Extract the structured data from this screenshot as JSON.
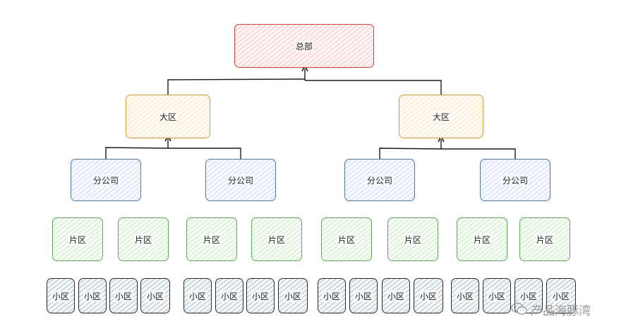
{
  "headquarters": {
    "label": "总部",
    "color": "#c9423c"
  },
  "regions": [
    {
      "label": "大区",
      "color": "#d79a3f"
    },
    {
      "label": "大区",
      "color": "#d79a3f"
    }
  ],
  "branches": [
    {
      "label": "分公司",
      "color": "#4f76b0"
    },
    {
      "label": "分公司",
      "color": "#4f76b0"
    },
    {
      "label": "分公司",
      "color": "#4f76b0"
    },
    {
      "label": "分公司",
      "color": "#4f76b0"
    }
  ],
  "zones": [
    {
      "label": "片区"
    },
    {
      "label": "片区"
    },
    {
      "label": "片区"
    },
    {
      "label": "片区"
    },
    {
      "label": "片区"
    },
    {
      "label": "片区"
    },
    {
      "label": "片区"
    },
    {
      "label": "片区"
    }
  ],
  "areas": [
    {
      "label": "小区"
    },
    {
      "label": "小区"
    },
    {
      "label": "小区"
    },
    {
      "label": "小区"
    },
    {
      "label": "小区"
    },
    {
      "label": "小区"
    },
    {
      "label": "小区"
    },
    {
      "label": "小区"
    },
    {
      "label": "小区"
    },
    {
      "label": "小区"
    },
    {
      "label": "小区"
    },
    {
      "label": "小区"
    },
    {
      "label": "小区"
    },
    {
      "label": "小区"
    },
    {
      "label": "小区"
    },
    {
      "label": "小区"
    }
  ],
  "watermark": {
    "text": "产品海豚湾",
    "icon": "wechat-icon"
  }
}
